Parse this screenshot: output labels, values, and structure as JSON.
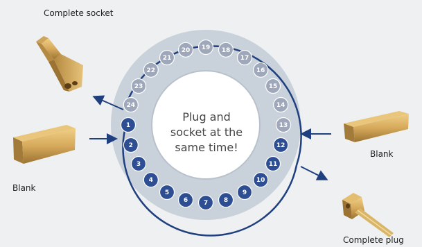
{
  "labels": {
    "complete_socket": "Complete socket",
    "blank_left": "Blank",
    "blank_right": "Blank",
    "complete_plug": "Complete plug"
  },
  "center_text": [
    "Plug and",
    "socket at the",
    "same time!"
  ],
  "positions": {
    "numbers": [
      "19",
      "18",
      "17",
      "16",
      "15",
      "14",
      "13",
      "12",
      "11",
      "10",
      "9",
      "8",
      "7",
      "6",
      "5",
      "4",
      "3",
      "2",
      "1",
      "24",
      "23",
      "22",
      "21",
      "20"
    ],
    "active": [
      "1",
      "2",
      "3",
      "4",
      "5",
      "6",
      "7",
      "8",
      "9",
      "10",
      "11",
      "12"
    ]
  },
  "colors": {
    "background": "#eef0f1",
    "ring": "#c9d1da",
    "center": "#ffffff",
    "track": "#1f3f7f",
    "circle_active": "#2e4e93",
    "circle_inactive": "#9ea8ba",
    "brass": "#d2a85a"
  },
  "icons": [
    "complete-socket-icon",
    "blank-left-icon",
    "blank-right-icon",
    "complete-plug-icon"
  ]
}
